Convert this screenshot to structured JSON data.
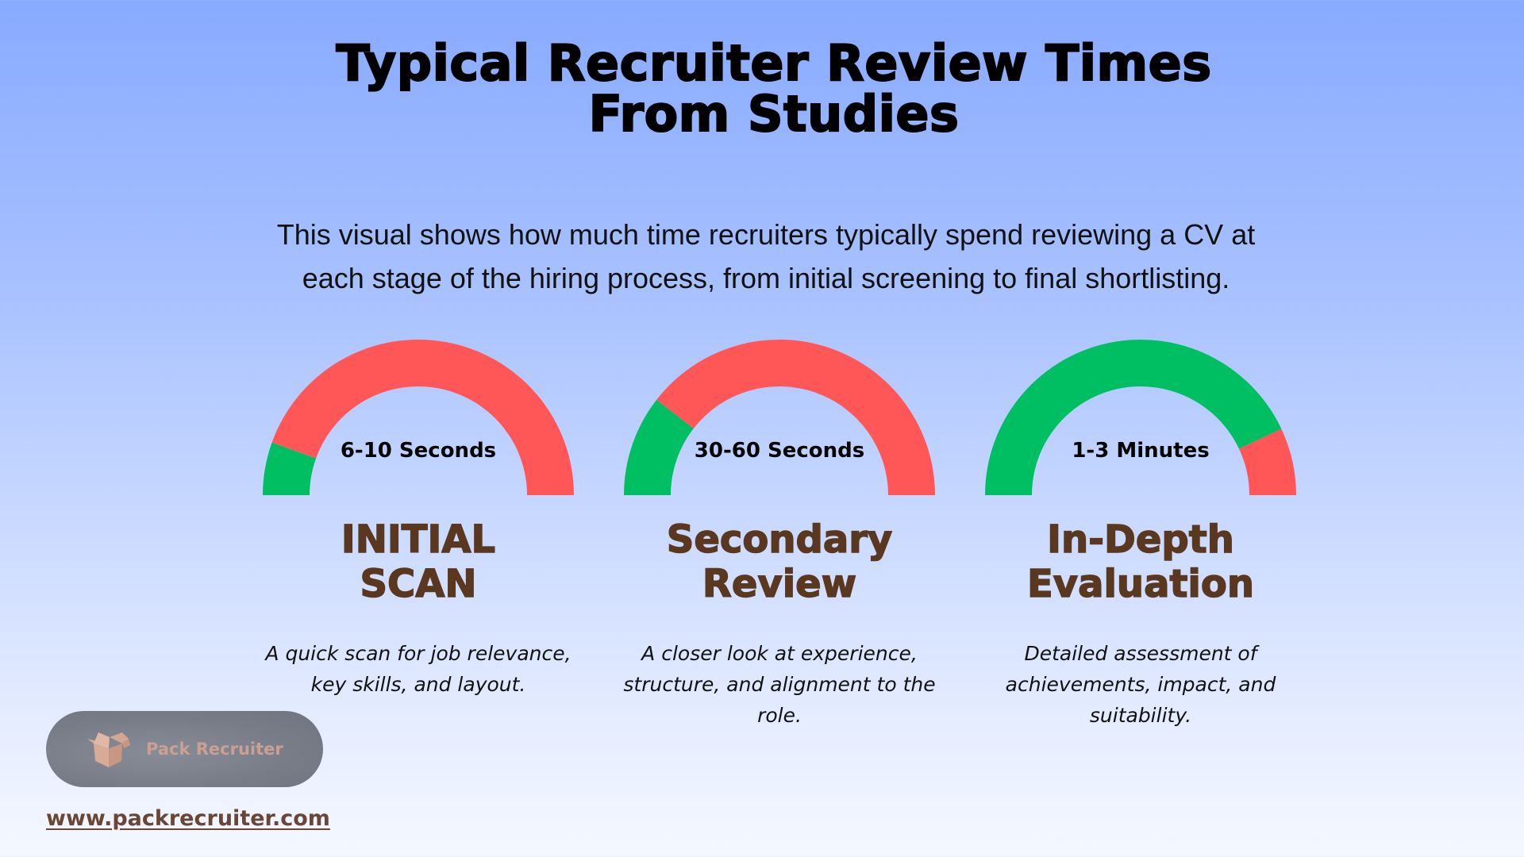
{
  "header": {
    "title_line1": "Typical Recruiter Review Times",
    "title_line2": "From Studies",
    "subtitle_line1": "This visual shows how much time recruiters typically spend reviewing a CV at",
    "subtitle_line2": "each stage of the hiring process, from initial screening to final shortlisting."
  },
  "colors": {
    "green": "#00bf63",
    "red": "#ff5757",
    "stage_title": "#5a3820",
    "bg_top": "#88aaff",
    "bg_bottom": "#f5f8ff"
  },
  "stages": [
    {
      "gauge_label": "6-10 Seconds",
      "title_line1": "INITIAL",
      "title_line2": "SCAN",
      "desc_line1": "A quick scan for job relevance,",
      "desc_line2": "key skills, and layout.",
      "desc_line3": "",
      "green_fraction": 0.11
    },
    {
      "gauge_label": "30-60 Seconds",
      "title_line1": "Secondary",
      "title_line2": "Review",
      "desc_line1": "A closer look at experience,",
      "desc_line2": "structure, and alignment to the",
      "desc_line3": "role.",
      "green_fraction": 0.21
    },
    {
      "gauge_label": "1-3 Minutes",
      "title_line1": "In-Depth",
      "title_line2": "Evaluation",
      "desc_line1": "Detailed assessment of",
      "desc_line2": "achievements, impact, and",
      "desc_line3": "suitability.",
      "green_fraction": 0.86
    }
  ],
  "footer": {
    "logo_icon": "open-box-icon",
    "logo_text": "Pack Recruiter",
    "url": "www.packrecruiter.com"
  }
}
